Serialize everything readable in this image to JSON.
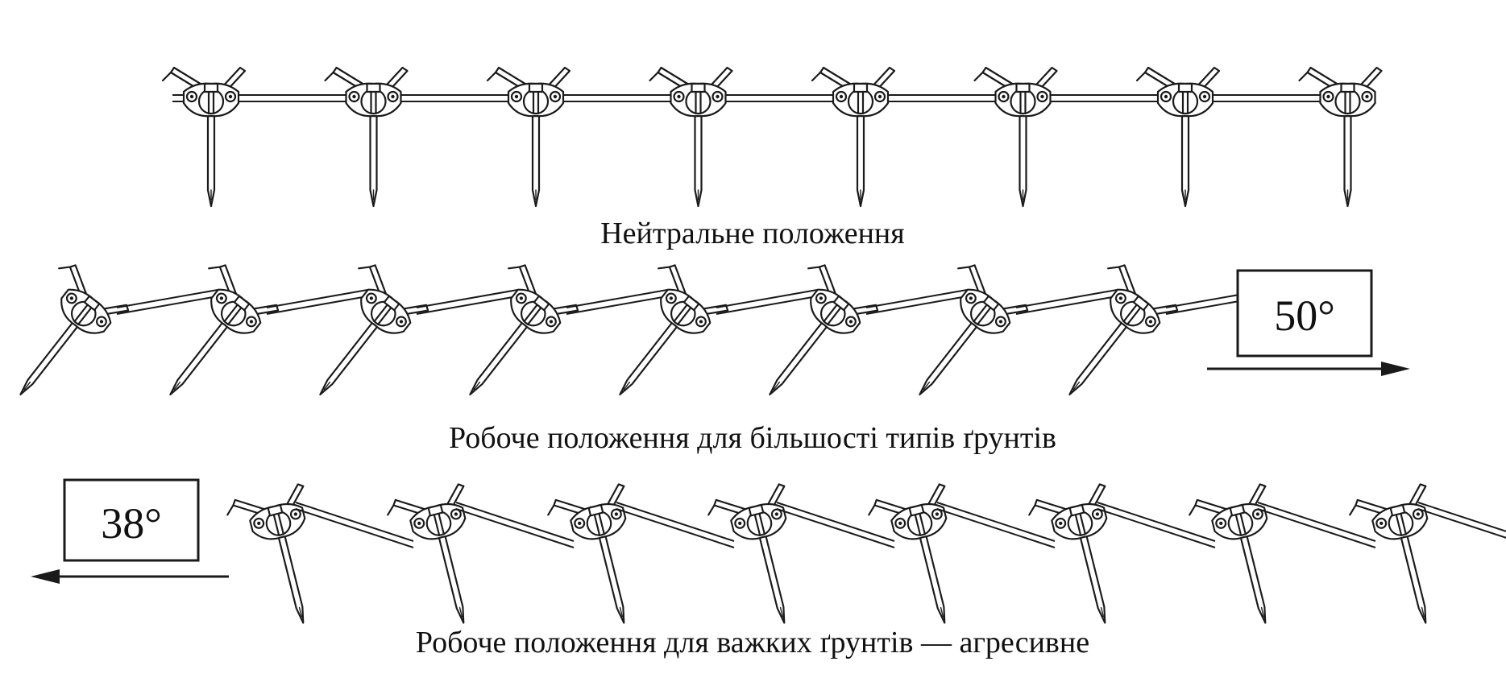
{
  "rows": [
    {
      "id": "neutral",
      "caption": "Нейтральне положення",
      "angle": null,
      "direction": null,
      "units": 8
    },
    {
      "id": "working",
      "caption": "Робоче положення для більшості типів ґрунтів",
      "angle": "50°",
      "direction": "right",
      "units": 8
    },
    {
      "id": "aggressive",
      "caption": "Робоче положення для важких ґрунтів — агресивне",
      "angle": "38°",
      "direction": "left",
      "units": 8
    }
  ],
  "colors": {
    "stroke": "#1a1a1a",
    "background": "#ffffff"
  },
  "icons": {
    "arrow_right": "arrow-right-icon",
    "arrow_left": "arrow-left-icon"
  }
}
